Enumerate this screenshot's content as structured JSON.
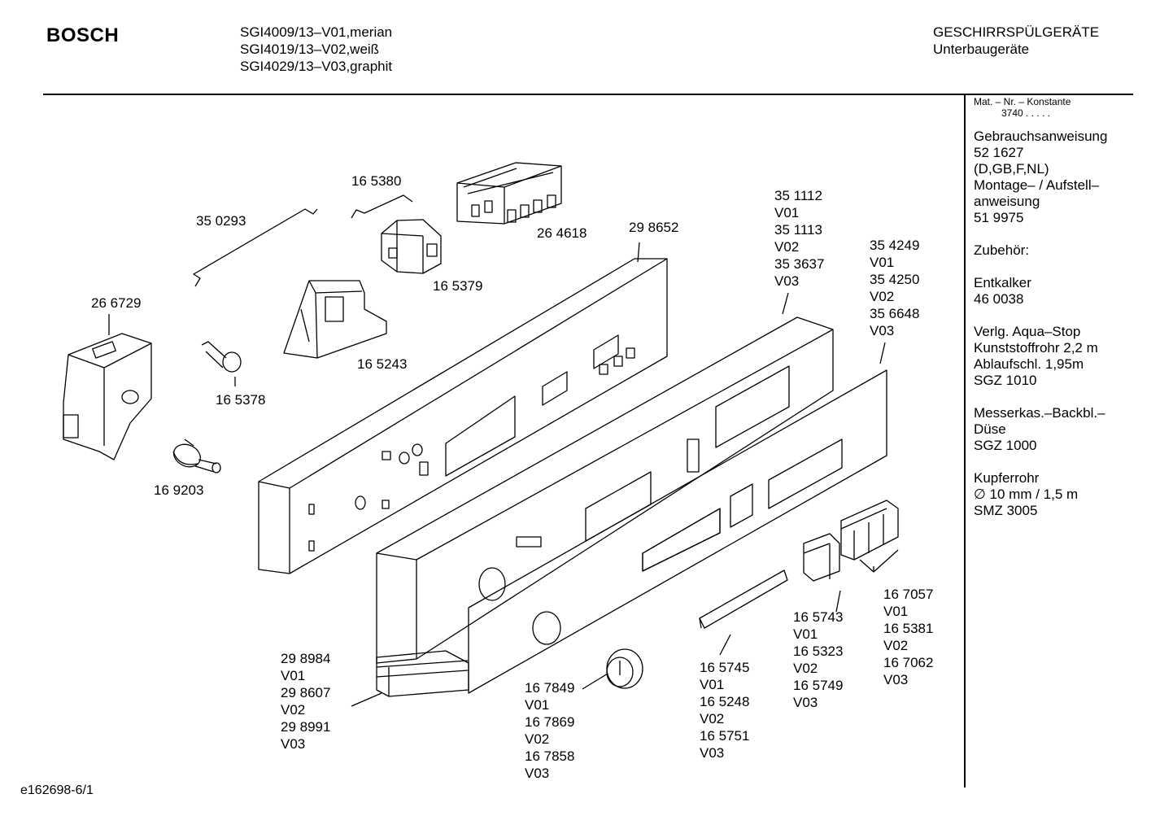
{
  "header": {
    "brand": "BOSCH",
    "models": [
      "SGI4009/13–V01,merian",
      "SGI4019/13–V02,weiß",
      "SGI4029/13–V03,graphit"
    ],
    "category": [
      "GESCHIRRSPÜLGERÄTE",
      "Unterbaugeräte"
    ]
  },
  "sidebar": {
    "konstante_label": "Mat. – Nr. – Konstante",
    "konstante_value": "3740 .  .  .  .  .",
    "blocks": [
      [
        "Gebrauchsanweisung",
        "52 1627",
        "(D,GB,F,NL)",
        "Montage– / Aufstell–",
        "anweisung",
        "51 9975"
      ],
      [
        "Zubehör:"
      ],
      [
        "Entkalker",
        "46 0038"
      ],
      [
        "Verlg. Aqua–Stop",
        "Kunststoffrohr 2,2 m",
        "Ablaufschl. 1,95m",
        "SGZ 1010"
      ],
      [
        "Messerkas.–Backbl.–",
        "Düse",
        "SGZ 1000"
      ],
      [
        "Kupferrohr",
        "∅ 10 mm / 1,5 m",
        "SMZ 3005"
      ]
    ]
  },
  "labels": {
    "p165380": [
      "16 5380"
    ],
    "p350293": [
      "35 0293"
    ],
    "p264618": [
      "26 4618"
    ],
    "p298652": [
      "29 8652"
    ],
    "p165379": [
      "16 5379"
    ],
    "p266729": [
      "26 6729"
    ],
    "p165243": [
      "16 5243"
    ],
    "p165378": [
      "16 5378"
    ],
    "p169203": [
      "16 9203"
    ],
    "p351112": [
      "35 1112",
      "V01",
      "35 1113",
      "V02",
      "35 3637",
      "V03"
    ],
    "p354249": [
      "35 4249",
      "V01",
      "35 4250",
      "V02",
      "35 6648",
      "V03"
    ],
    "p298984": [
      "29 8984",
      "V01",
      "29 8607",
      "V02",
      "29 8991",
      "V03"
    ],
    "p167849": [
      "16 7849",
      "V01",
      "16 7869",
      "V02",
      "16 7858",
      "V03"
    ],
    "p165745": [
      "16 5745",
      "V01",
      "16 5248",
      "V02",
      "16 5751",
      "V03"
    ],
    "p165743": [
      "16 5743",
      "V01",
      "16 5323",
      "V02",
      "16 5749",
      "V03"
    ],
    "p167057": [
      "16 7057",
      "V01",
      "16 5381",
      "V02",
      "16 7062",
      "V03"
    ]
  },
  "footer": "e162698-6/1"
}
